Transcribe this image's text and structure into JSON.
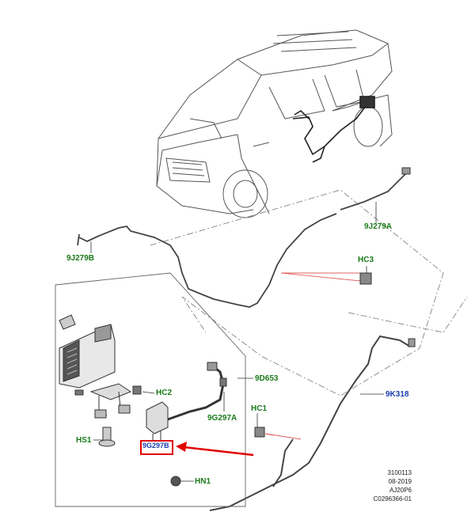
{
  "labels": {
    "l_9j279a": "9J279A",
    "l_9j279b": "9J279B",
    "l_hc3": "HC3",
    "l_9d653": "9D653",
    "l_hc2": "HC2",
    "l_9k318": "9K318",
    "l_hc1": "HC1",
    "l_9g297a": "9G297A",
    "l_hs1": "HS1",
    "l_9g297b": "9G297B",
    "l_hn1": "HN1"
  },
  "info": {
    "line1": "3100113",
    "line2": "08-2019",
    "line3": "AJ20P6",
    "line4": "C0296366-01"
  },
  "colors": {
    "part_green": "#1a7a1a",
    "part_blue": "#1a3fb0",
    "highlight_red": "#e00000"
  }
}
